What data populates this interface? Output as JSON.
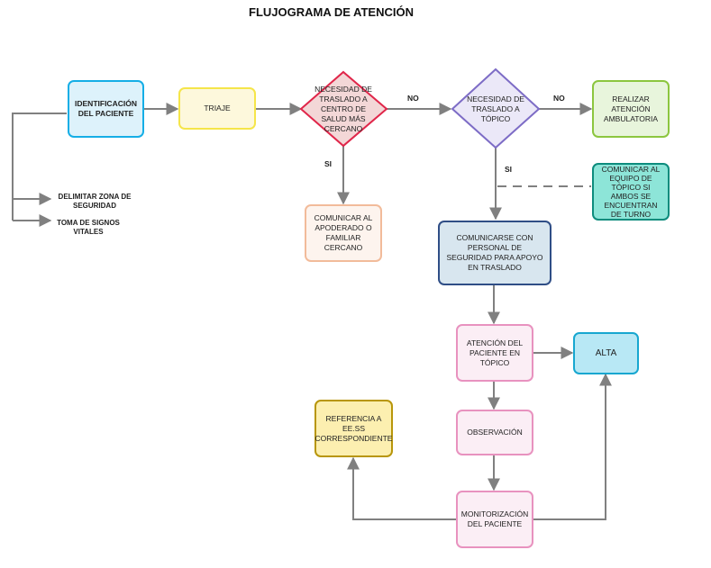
{
  "title": "FLUJOGRAMA DE ATENCIÓN",
  "colors": {
    "line": "#808080",
    "identificacion": "#15aee6",
    "triaje": "#f5e54a",
    "decision1": "#e0264a",
    "decision2": "#7d6cc6",
    "realizar": "#8cc63f",
    "comunicar_equipo": "#0d8c7d",
    "comunicar_apoderado": "#f2bb9a",
    "comunicarse_seguridad": "#2f4e86",
    "rosa": "#e892bf",
    "alta": "#17a7d0",
    "referencia": "#b8960a"
  },
  "nodes": {
    "identificacion": "IDENTIFICACIÓN DEL PACIENTE",
    "triaje": "TRIAJE",
    "decision1": "NECESIDAD DE TRASLADO A CENTRO DE SALUD MÁS CERCANO",
    "decision2": "NECESIDAD DE TRASLADO A TÓPICO",
    "realizar": "REALIZAR ATENCIÓN AMBULATORIA",
    "comunicar_equipo": "COMUNICAR AL EQUIPO DE TÓPICO SI AMBOS SE ENCUENTRAN DE TURNO",
    "comunicar_apoderado": "COMUNICAR AL APODERADO O FAMILIAR CERCANO",
    "comunicarse_seguridad": "COMUNICARSE CON PERSONAL DE SEGURIDAD PARA APOYO EN TRASLADO",
    "atencion_topico": "ATENCIÓN DEL PACIENTE EN TÓPICO",
    "alta": "ALTA",
    "observacion": "OBSERVACIÓN",
    "referencia": "REFERENCIA A EE.SS CORRESPONDIENTE",
    "monitorizacion": "MONITORIZACIÓN DEL PACIENTE"
  },
  "side_items": [
    "DELIMITAR ZONA DE SEGURIDAD",
    "TOMA DE SIGNOS VITALES"
  ],
  "edge_labels": {
    "no1": "NO",
    "no2": "NO",
    "si1": "SI",
    "si2": "SI"
  }
}
